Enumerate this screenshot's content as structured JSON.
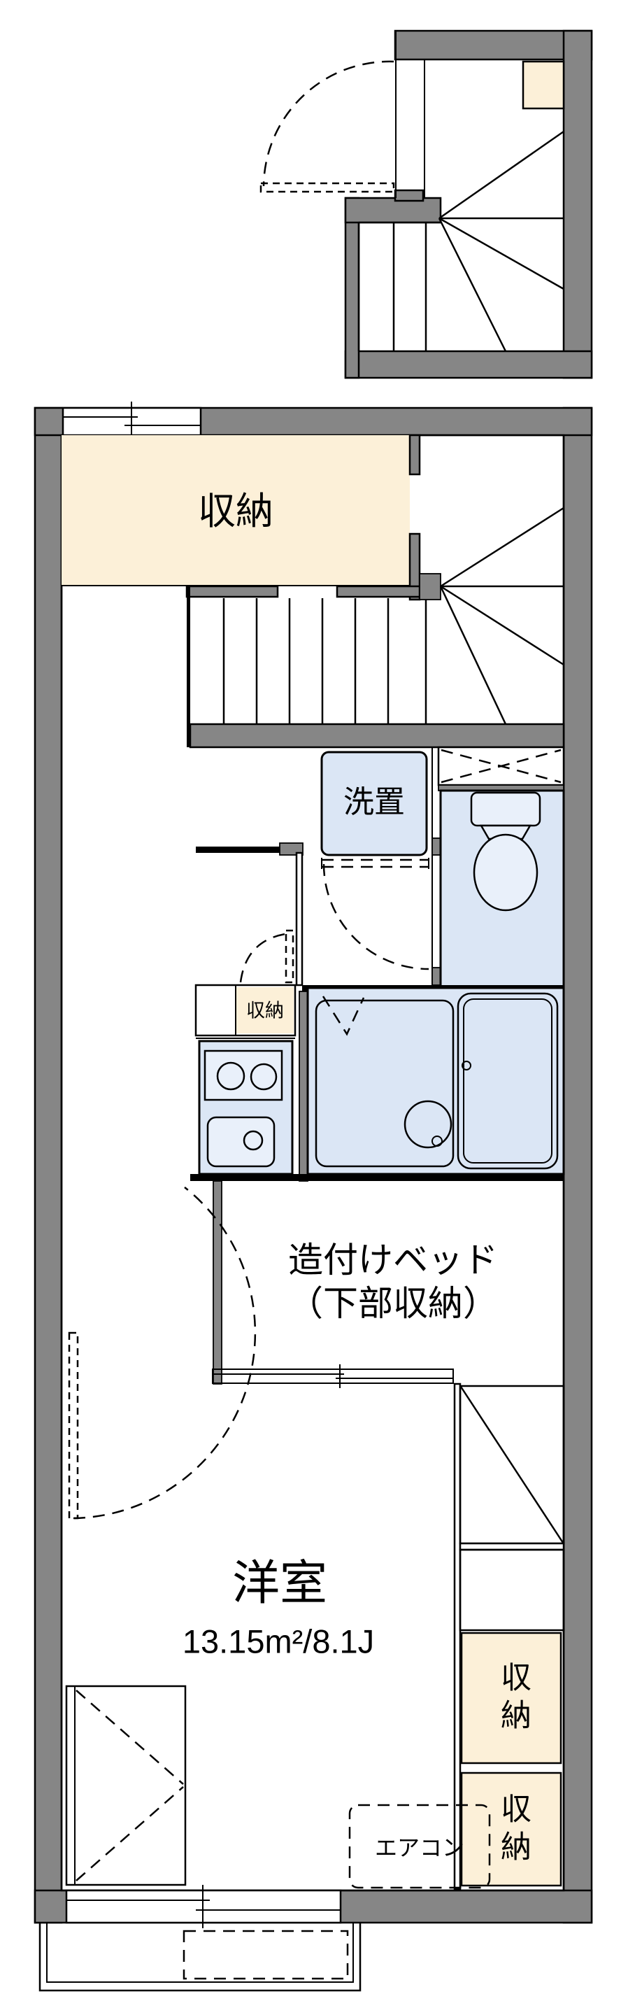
{
  "plan_title": "apartment-floor-plan",
  "colors": {
    "wall_gray": "#868686",
    "storage_beige": "#fcf0d8",
    "wet_area_blue": "#dbe6f5",
    "fixture_blue": "#e9f0fa",
    "line_black": "#000000",
    "background": "#ffffff"
  },
  "rooms": {
    "storage_main": {
      "label": "収納"
    },
    "laundry": {
      "label": "洗置"
    },
    "storage_mini": {
      "label": "収納"
    },
    "built_in_bed": {
      "label_line1": "造付けベッド",
      "label_line2": "（下部収納）"
    },
    "western_room": {
      "label": "洋室",
      "area": "13.15m²/8.1J"
    },
    "storage_right_upper": {
      "label": "収納"
    },
    "storage_right_lower": {
      "label": "収納"
    },
    "air_conditioner": {
      "label": "エアコン"
    }
  }
}
